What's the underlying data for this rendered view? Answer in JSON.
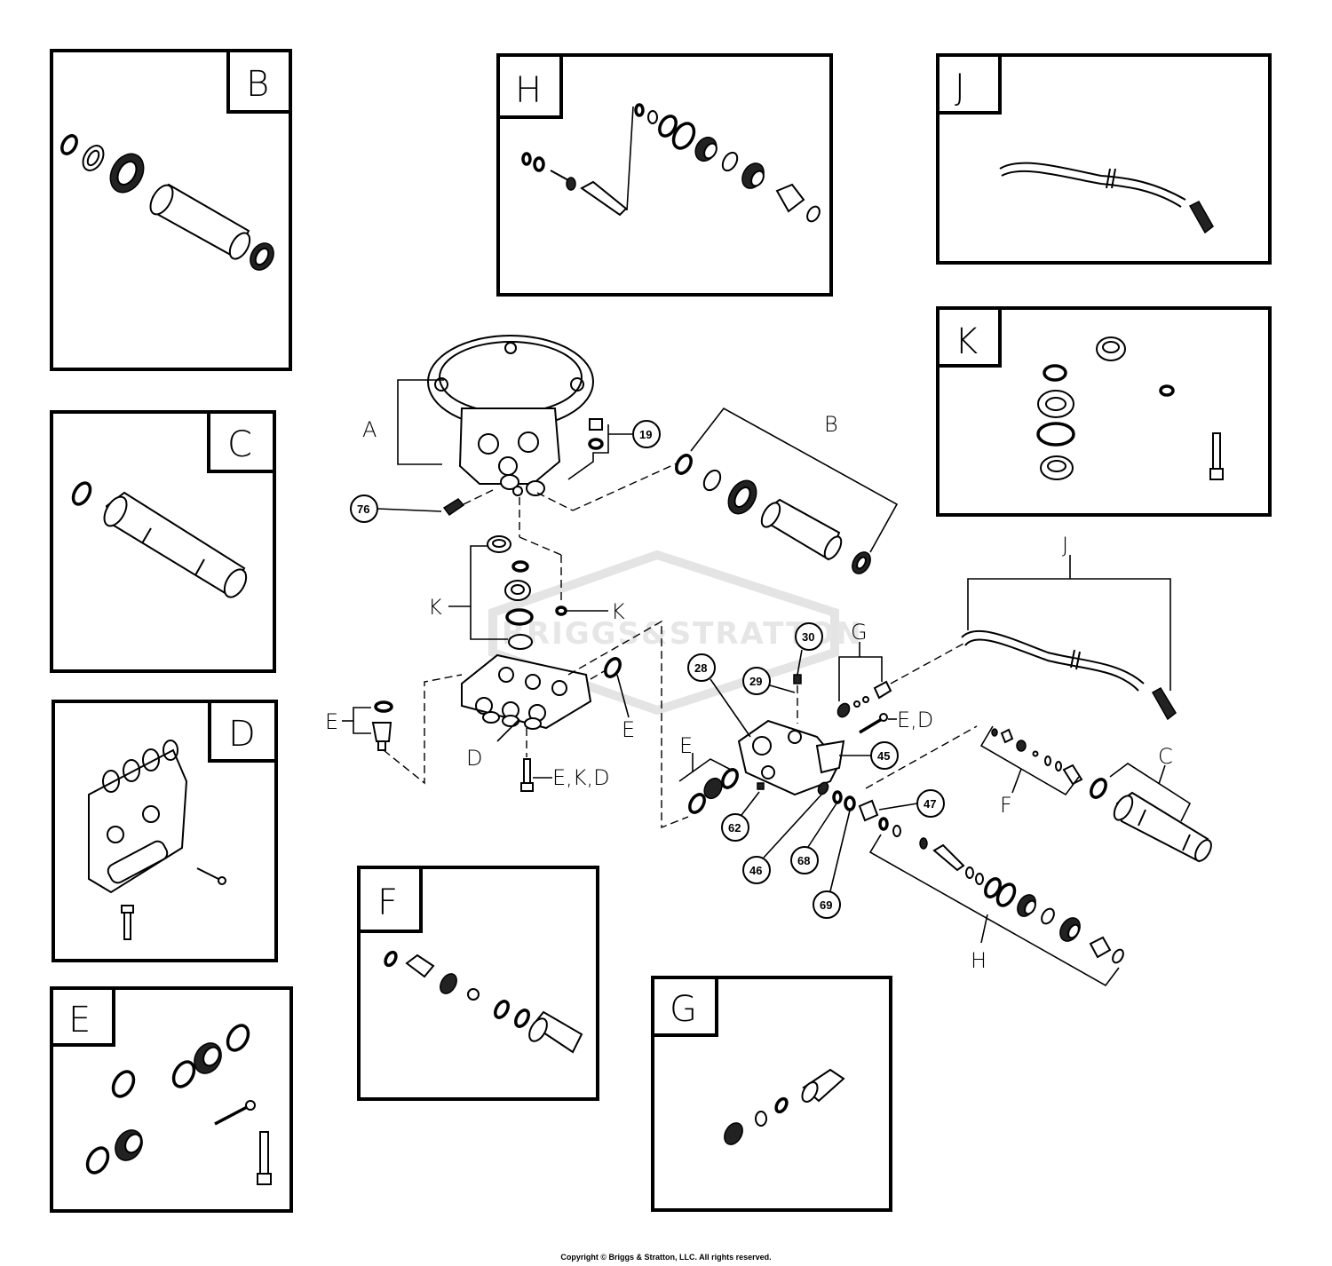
{
  "watermark": "BRIGGS&STRATTON",
  "copyright": "Copyright © Briggs & Stratton, LLC. All rights reserved.",
  "panels": {
    "B": "B",
    "C": "C",
    "D": "D",
    "E": "E",
    "F": "F",
    "G": "G",
    "H": "H",
    "J": "J",
    "K": "K"
  },
  "callouts": {
    "A": "A",
    "B": "B",
    "C": "C",
    "D": "D",
    "E_left": "E",
    "E_right": "E",
    "E_valve": "E",
    "ED_bolt": "E,D",
    "EKD_bolt": "E,K,D",
    "F": "F",
    "G": "G",
    "H": "H",
    "J": "J",
    "K_left": "K",
    "K_right": "K"
  },
  "part_numbers": [
    "19",
    "76",
    "30",
    "28",
    "29",
    "45",
    "62",
    "46",
    "68",
    "69",
    "47"
  ]
}
